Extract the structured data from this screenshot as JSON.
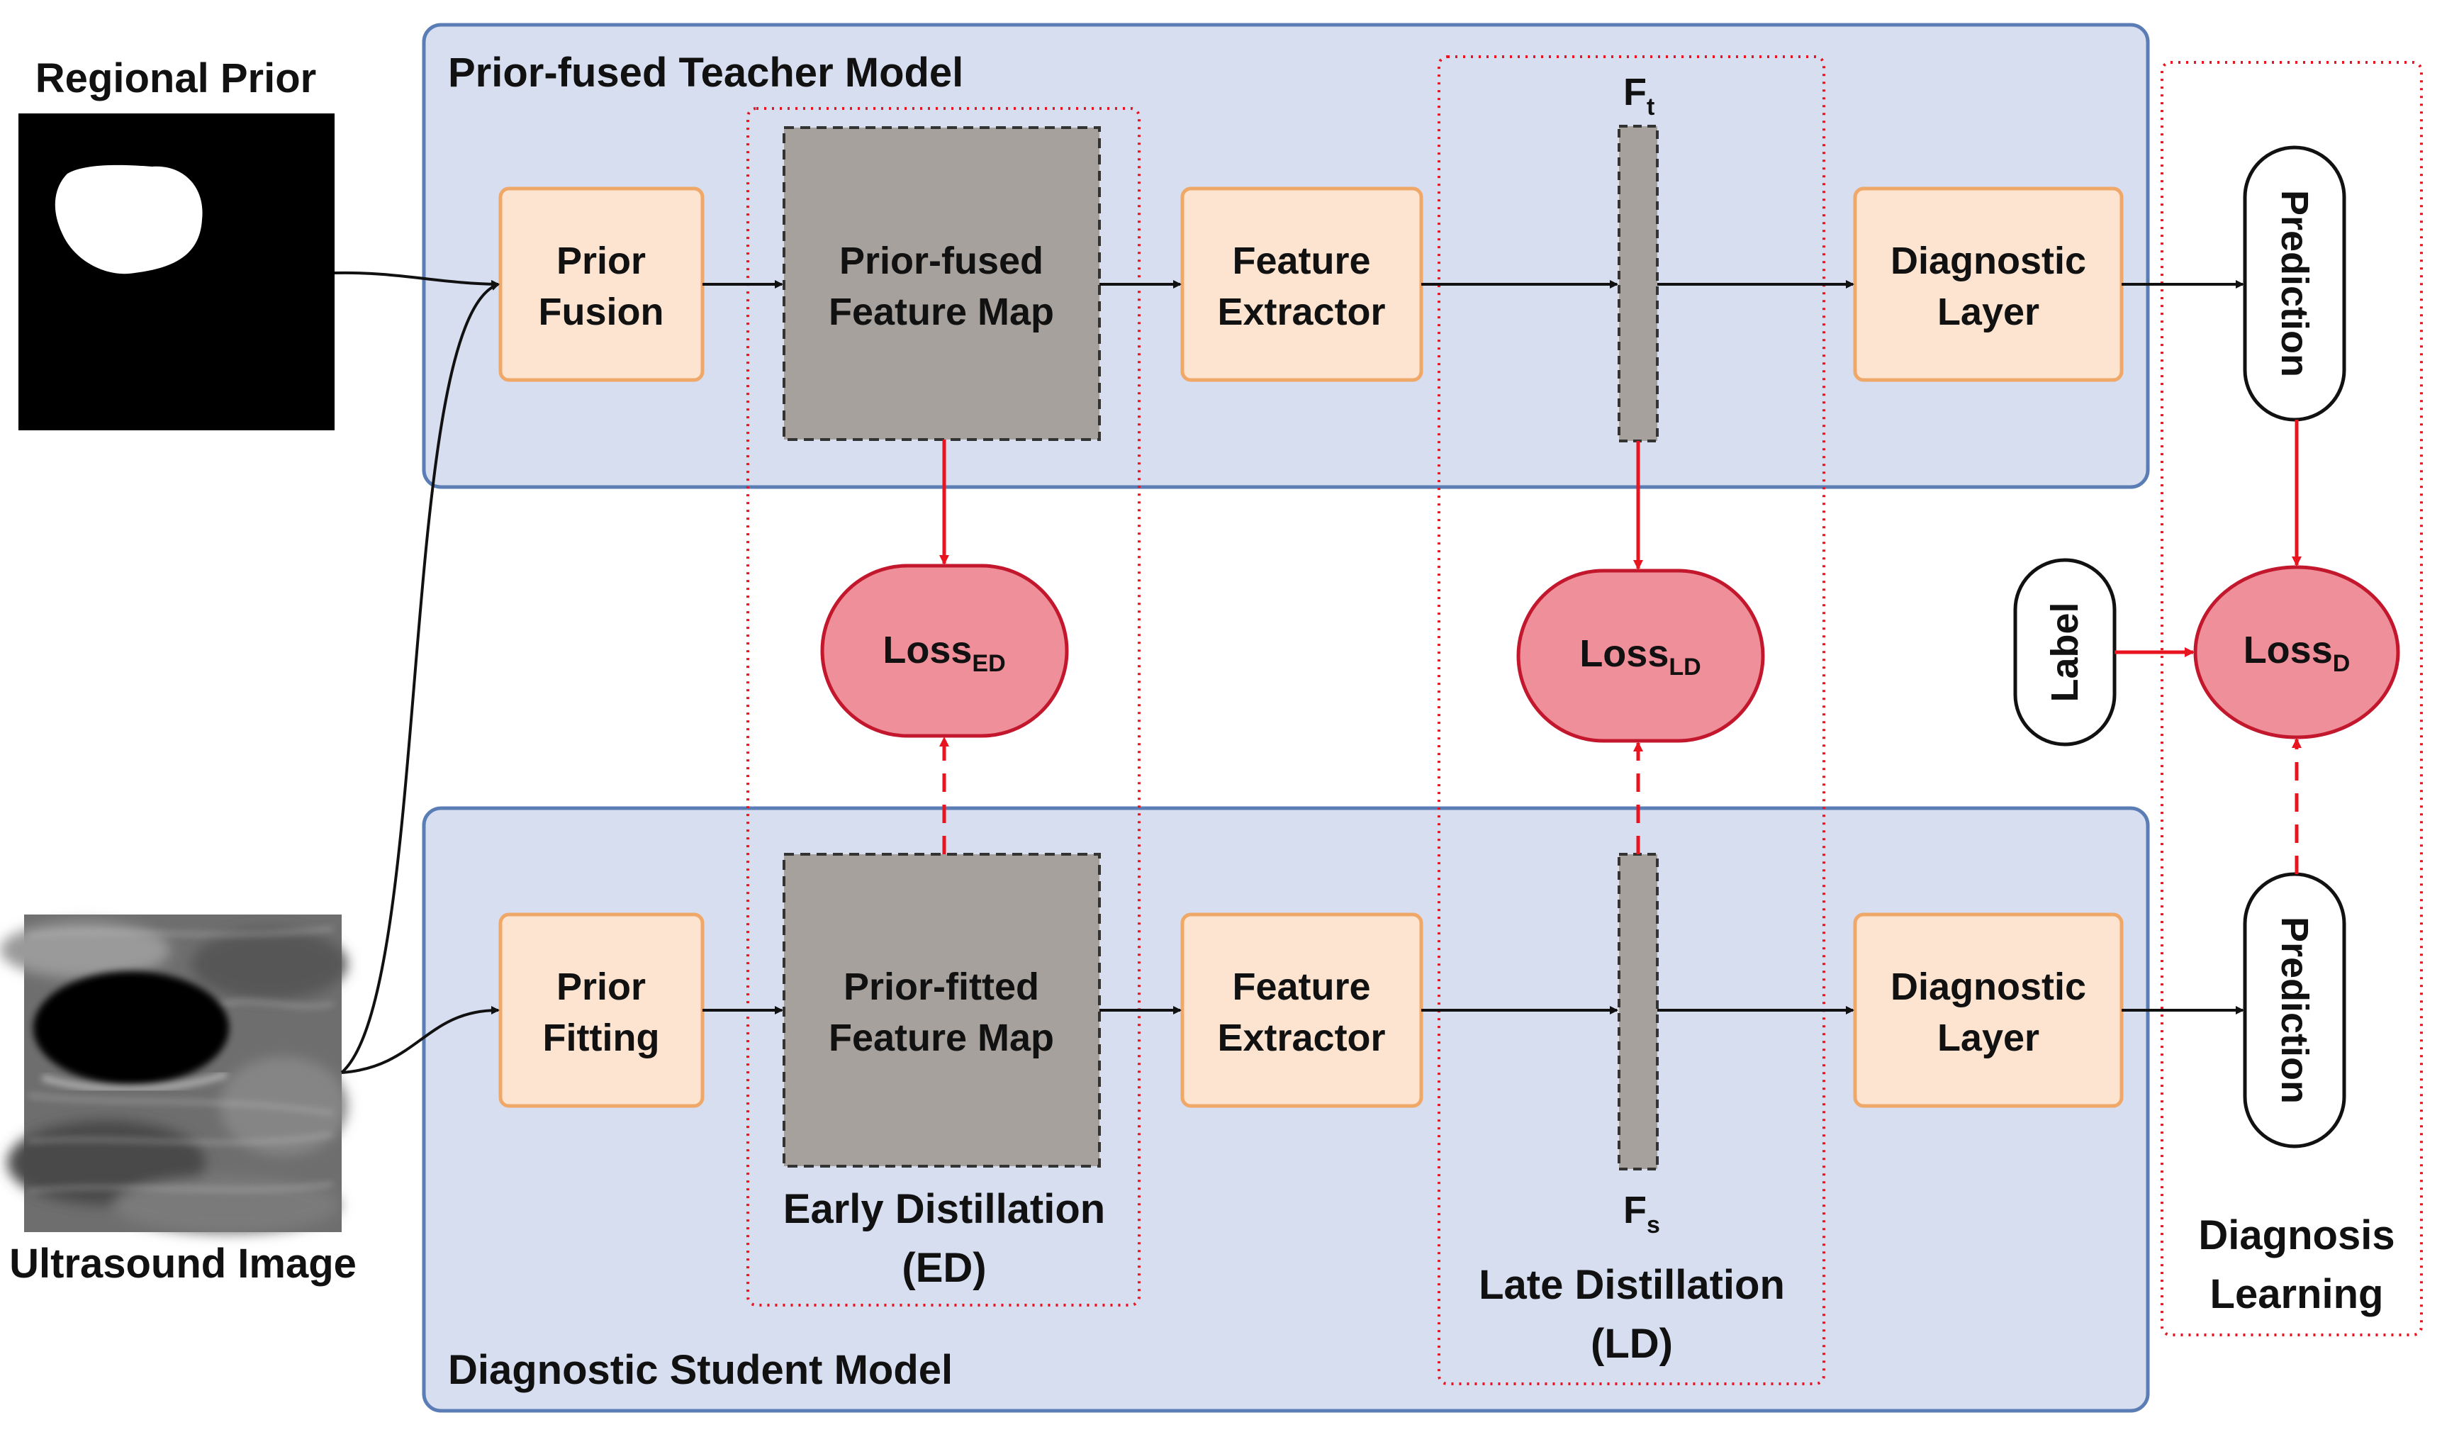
{
  "inputs": {
    "regional_prior": "Regional Prior",
    "ultrasound_image": "Ultrasound Image"
  },
  "teacher": {
    "title": "Prior-fused Teacher Model",
    "prior_fusion": [
      "Prior",
      "Fusion"
    ],
    "feature_map": [
      "Prior-fused",
      "Feature Map"
    ],
    "feature_extractor": [
      "Feature",
      "Extractor"
    ],
    "feature_vector": {
      "base": "F",
      "sub": "t"
    },
    "diagnostic_layer": [
      "Diagnostic",
      "Layer"
    ],
    "prediction": "Prediction"
  },
  "student": {
    "title": "Diagnostic Student Model",
    "prior_fitting": [
      "Prior",
      "Fitting"
    ],
    "feature_map": [
      "Prior-fitted",
      "Feature Map"
    ],
    "feature_extractor": [
      "Feature",
      "Extractor"
    ],
    "feature_vector": {
      "base": "F",
      "sub": "s"
    },
    "diagnostic_layer": [
      "Diagnostic",
      "Layer"
    ],
    "prediction": "Prediction"
  },
  "losses": {
    "ed": {
      "base": "Loss",
      "sub": "ED"
    },
    "ld": {
      "base": "Loss",
      "sub": "LD"
    },
    "d": {
      "base": "Loss",
      "sub": "D"
    }
  },
  "label_node": "Label",
  "regions": {
    "early_distillation": [
      "Early Distillation",
      "(ED)"
    ],
    "late_distillation": [
      "Late Distillation",
      "(LD)"
    ],
    "diagnosis_learning": [
      "Diagnosis",
      "Learning"
    ]
  },
  "colors": {
    "model_panel_fill": "#d7deef",
    "model_panel_stroke": "#5b7db5",
    "module_fill": "#fce4d0",
    "module_stroke": "#f0a868",
    "feature_map_fill": "#a6a19c",
    "loss_fill": "#ef8f9a",
    "loss_stroke": "#c2172c",
    "red_arrow": "#e8141f",
    "region_border": "#e8141f"
  }
}
